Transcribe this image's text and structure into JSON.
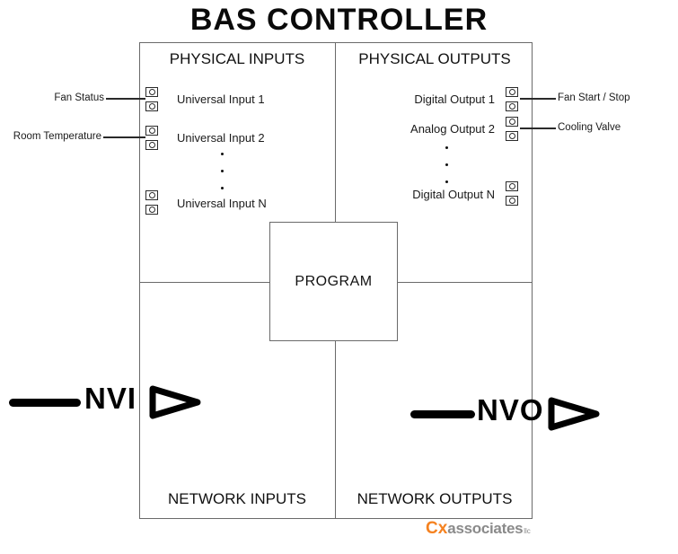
{
  "title": "BAS CONTROLLER",
  "quadrants": {
    "physical_inputs": "PHYSICAL INPUTS",
    "physical_outputs": "PHYSICAL OUTPUTS",
    "network_inputs": "NETWORK INPUTS",
    "network_outputs": "NETWORK OUTPUTS"
  },
  "program": {
    "label": "PROGRAM"
  },
  "physical_inputs": {
    "rows": [
      {
        "label": "Universal Input 1",
        "external_label": "Fan Status"
      },
      {
        "label": "Universal Input 2",
        "external_label": "Room Temperature"
      },
      {
        "label": "Universal Input N",
        "external_label": ""
      }
    ]
  },
  "physical_outputs": {
    "rows": [
      {
        "label": "Digital Output 1",
        "external_label": "Fan Start / Stop"
      },
      {
        "label": "Analog Output 2",
        "external_label": "Cooling Valve"
      },
      {
        "label": "Digital Output N",
        "external_label": ""
      }
    ]
  },
  "network": {
    "nvi": "NVI",
    "nvo": "NVO"
  },
  "logo": {
    "prefix": "Cx",
    "name": "associates",
    "suffix": "llc"
  },
  "colors": {
    "logo_orange": "#F58220",
    "logo_gray": "#8A8A8A",
    "box_line": "#6A6A6A",
    "arrow_black": "#000000"
  }
}
